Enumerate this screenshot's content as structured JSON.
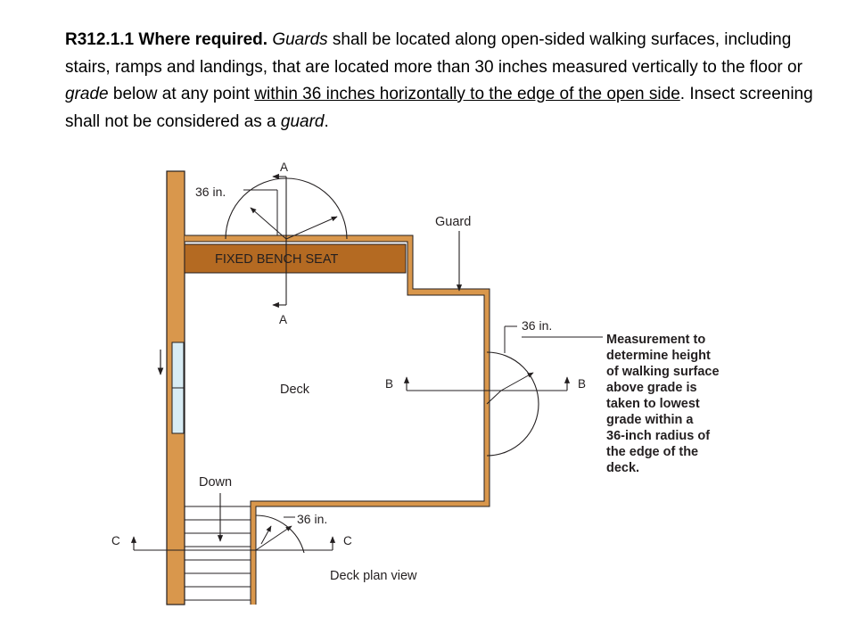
{
  "code_text": {
    "section": "R312.1.1 Where required.",
    "t1": " ",
    "guards_word": "Guards",
    "t2": " shall be located along open-sided walking surfaces, including stairs, ramps and landings, that are located more than 30 inches measured vertically to the floor or ",
    "grade_word": "grade",
    "t3": " below at any point ",
    "underlined": "within 36 inches horizontally to the edge of the open side",
    "t4": ". Insect screening shall not be considered as a ",
    "guard_word": "guard",
    "t5": "."
  },
  "diagram": {
    "labels": {
      "section_a_top": "A",
      "section_a_bottom": "A",
      "dim_36_top": "36 in.",
      "guard": "Guard",
      "bench": "FIXED BENCH SEAT",
      "dim_36_right": "36 in.",
      "deck": "Deck",
      "section_b_left": "B",
      "section_b_right": "B",
      "down": "Down",
      "dim_36_bottom": "36 in.",
      "section_c_left": "C",
      "section_c_right": "C",
      "plan_title": "Deck plan view"
    },
    "note_lines": [
      "Measurement to",
      "determine height",
      "of walking surface",
      "above grade is",
      "taken to lowest",
      "grade within a",
      "36-inch radius of",
      "the edge of the",
      "deck."
    ],
    "colors": {
      "wood": "#d9974c",
      "bench": "#b46a22",
      "line": "#231f20",
      "window": "#d8ecf4"
    }
  }
}
